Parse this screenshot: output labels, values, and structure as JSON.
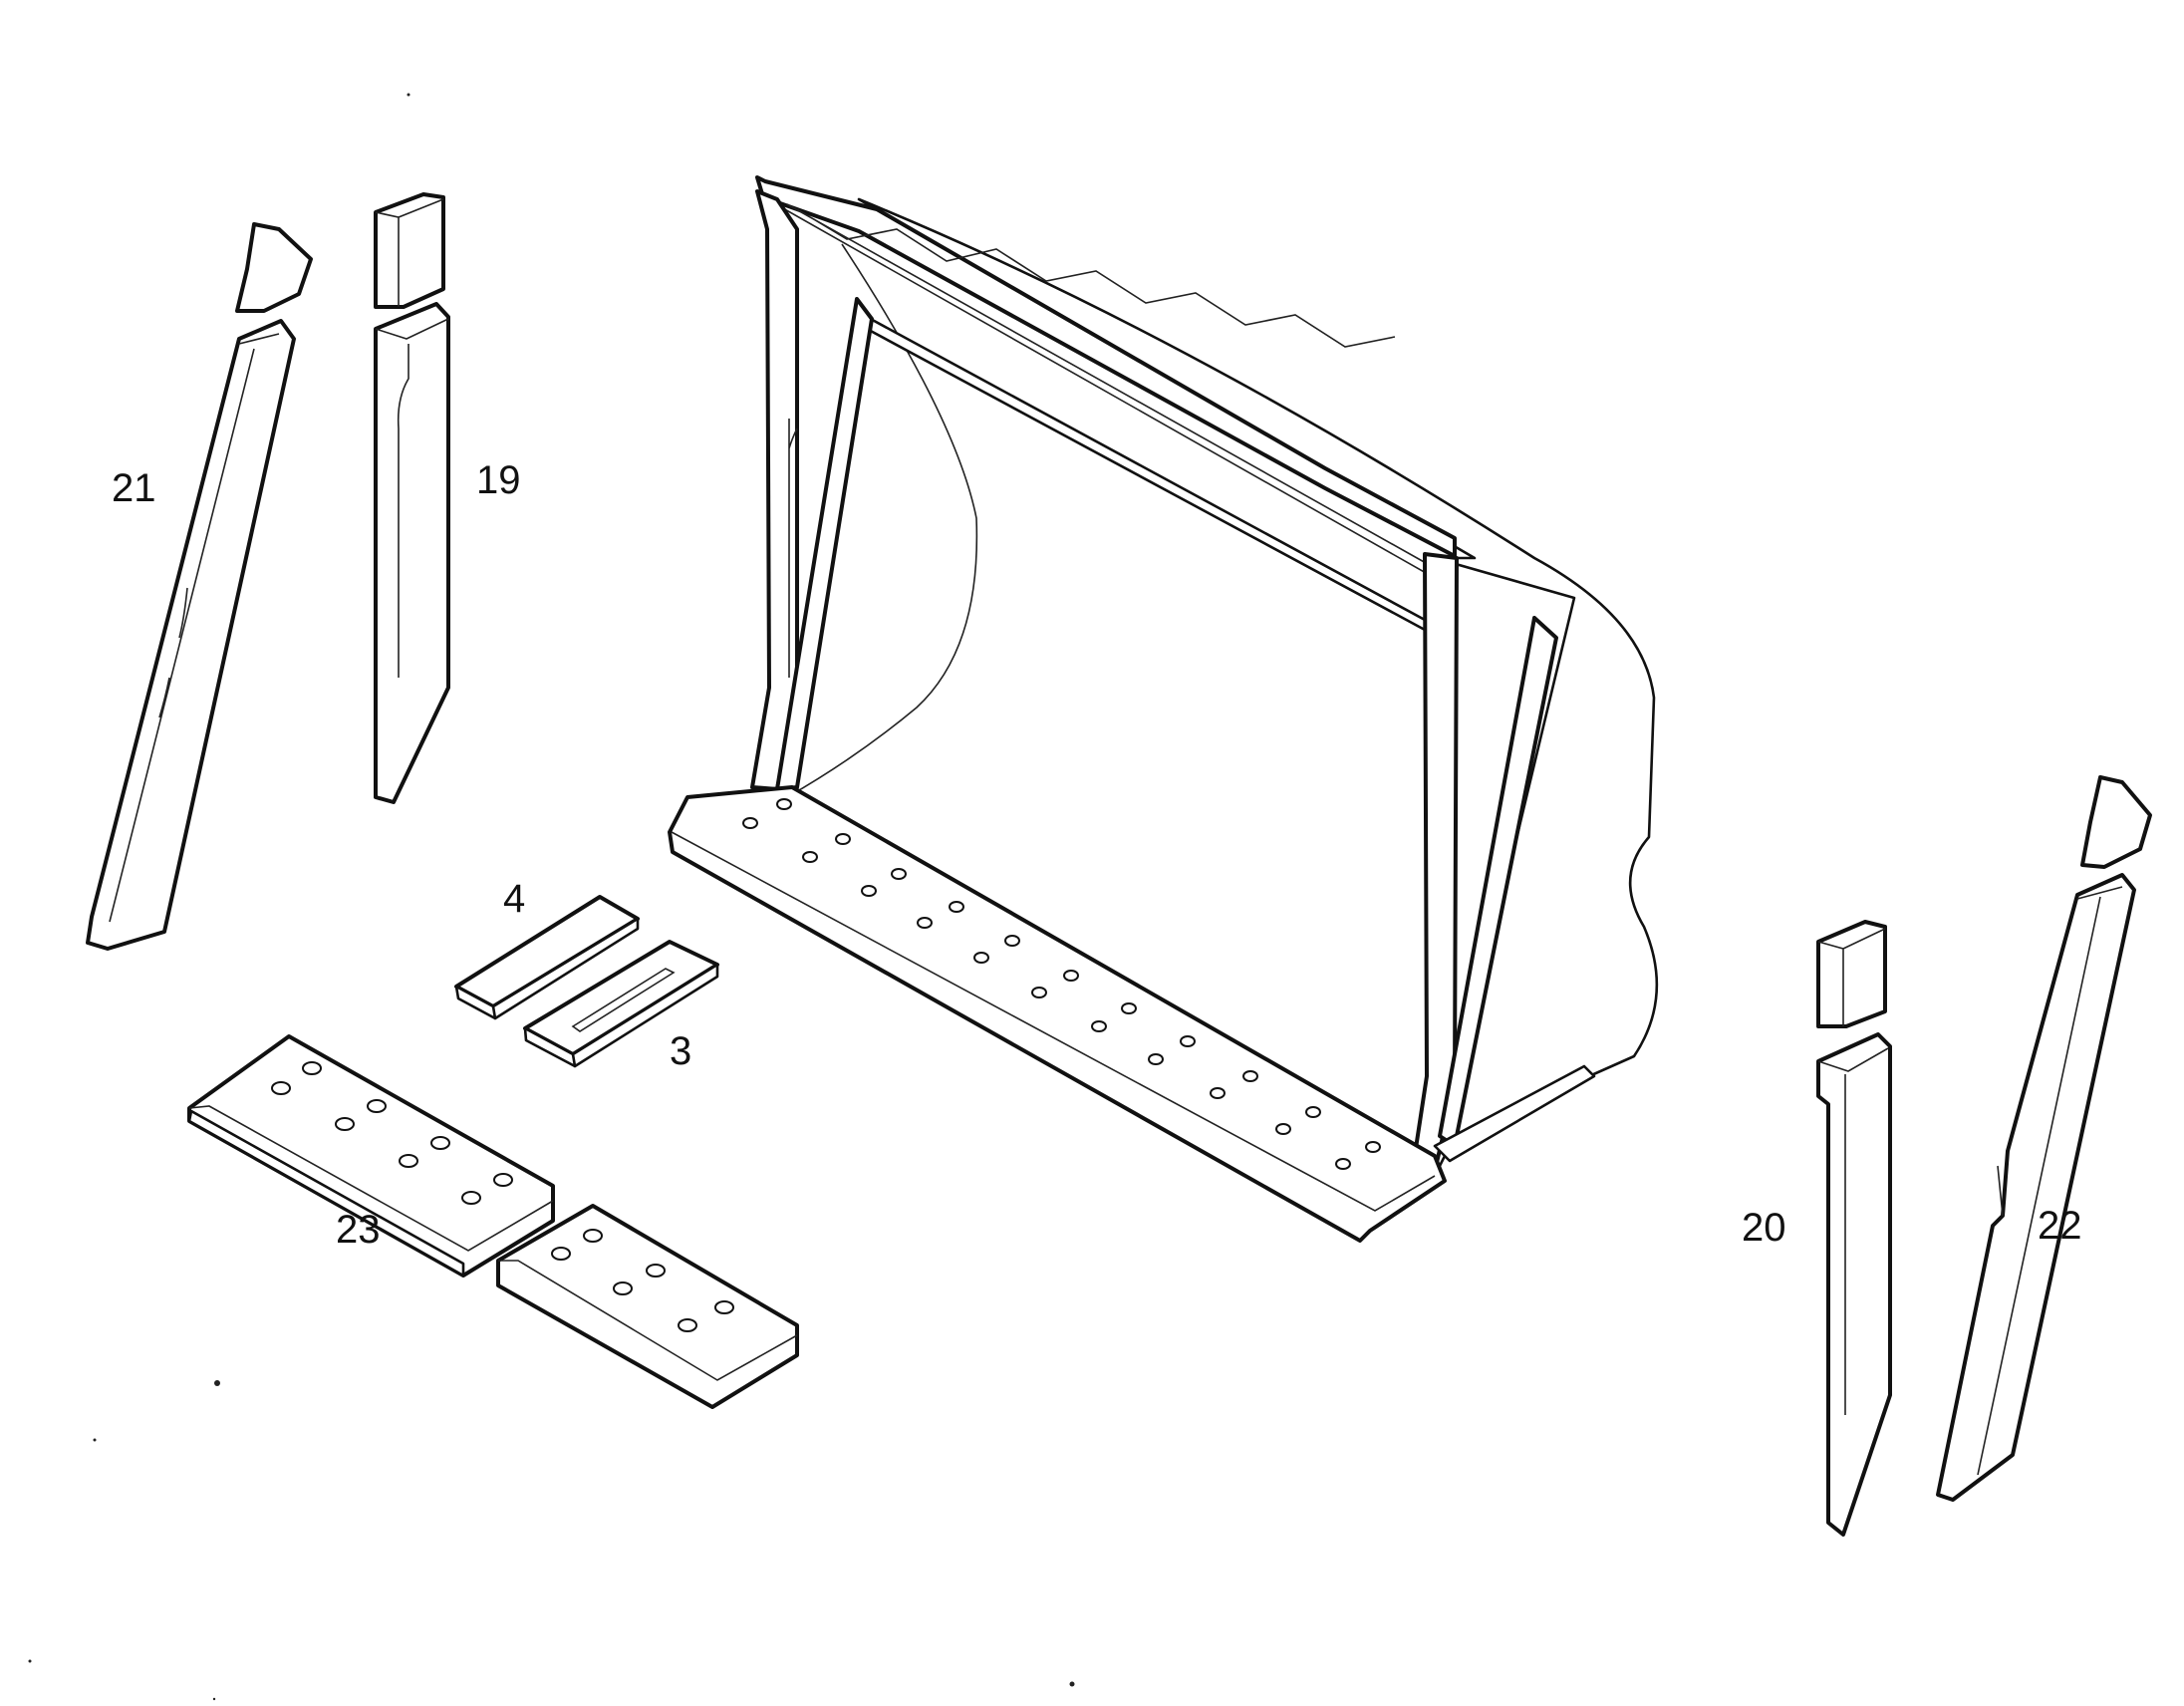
{
  "diagram": {
    "callouts": {
      "part_21": "21",
      "part_19": "19",
      "part_4": "4",
      "part_3": "3",
      "part_23": "23",
      "part_20": "20",
      "part_22": "22"
    }
  }
}
